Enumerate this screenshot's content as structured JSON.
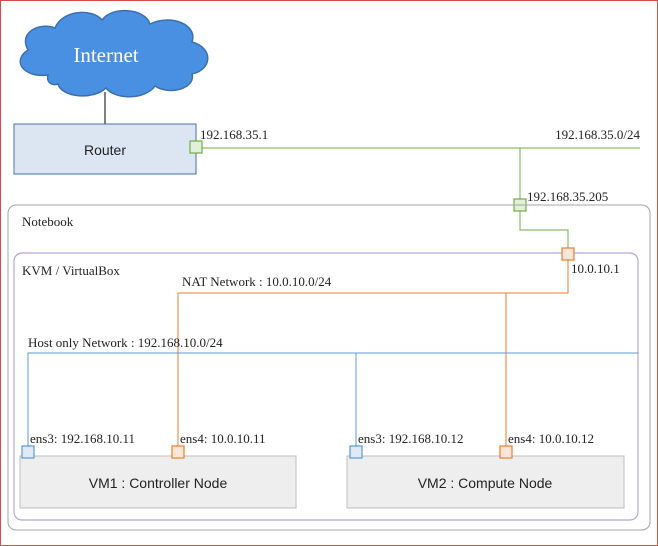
{
  "internet": {
    "label": "Internet"
  },
  "router": {
    "label": "Router",
    "port_ip": "192.168.35.1"
  },
  "lan": {
    "subnet_label": "192.168.35.0/24"
  },
  "notebook": {
    "label": "Notebook",
    "port_ip": "192.168.35.205"
  },
  "kvm": {
    "label": "KVM / VirtualBox",
    "nat_gateway_ip": "10.0.10.1"
  },
  "nat_network": {
    "label": "NAT Network : 10.0.10.0/24"
  },
  "host_only_network": {
    "label": "Host only Network : 192.168.10.0/24"
  },
  "vm1": {
    "label": "VM1 : Controller Node",
    "ens3": "ens3: 192.168.10.11",
    "ens4": "ens4: 10.0.10.11"
  },
  "vm2": {
    "label": "VM2 : Compute Node",
    "ens3": "ens3: 192.168.10.12",
    "ens4": "ens4: 10.0.10.12"
  },
  "colors": {
    "cloud_fill": "#4a90e2",
    "router_fill": "#dce6f2",
    "router_border": "#4a6fa5",
    "lan_line": "#70ad47",
    "nat_line": "#ed7d31",
    "host_only_line": "#5b9bd5",
    "notebook_border": "#a6a6a6",
    "kvm_border": "#b4a7d6",
    "vm_fill": "#eeeeee"
  }
}
